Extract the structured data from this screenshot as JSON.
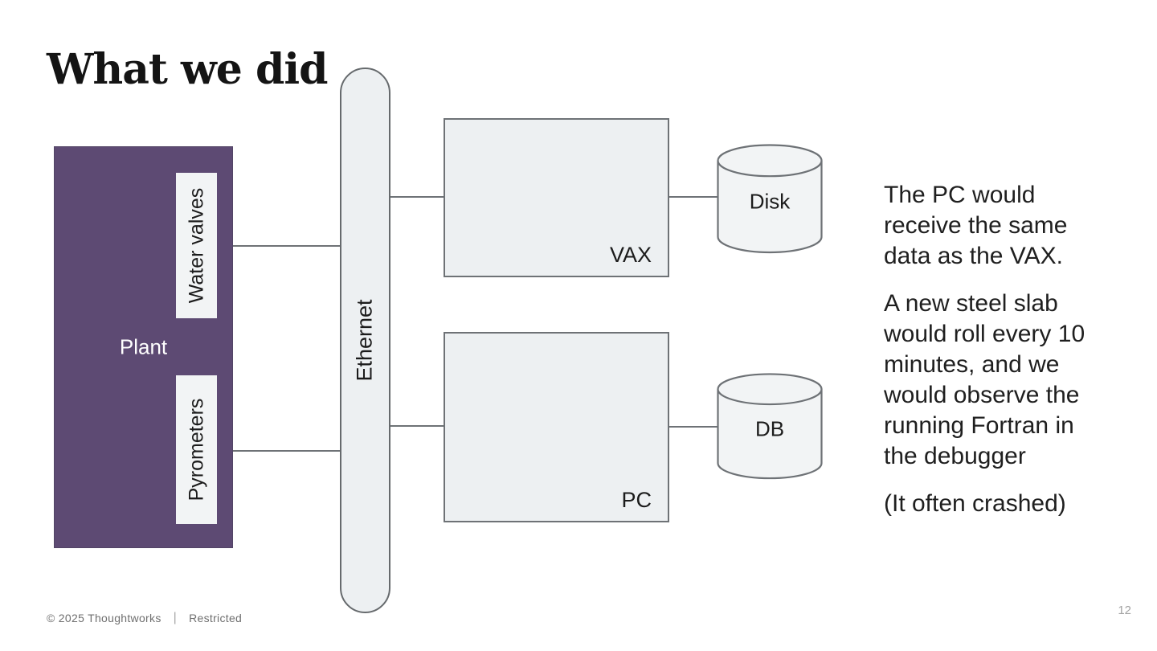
{
  "slide": {
    "title": "What we did",
    "page_number": "12"
  },
  "footer": {
    "copyright": "© 2025 Thoughtworks",
    "separator": "|",
    "classification": "Restricted"
  },
  "diagram": {
    "plant": {
      "label": "Plant",
      "sensors": [
        {
          "label": "Water valves"
        },
        {
          "label": "Pyrometers"
        }
      ]
    },
    "bus": {
      "label": "Ethernet"
    },
    "nodes": [
      {
        "label": "VAX"
      },
      {
        "label": "PC"
      }
    ],
    "stores": [
      {
        "label": "Disk"
      },
      {
        "label": "DB"
      }
    ]
  },
  "note": {
    "paragraphs": [
      "The PC would\nreceive the same\ndata as the VAX.",
      "A new steel slab\nwould roll every 10\nminutes, and we\nwould observe the\nrunning Fortran in\nthe debugger",
      "(It often crashed)"
    ]
  },
  "colors": {
    "plant_fill": "#5d4a73",
    "node_fill": "#edf0f2",
    "cylinder_fill": "#f2f4f5",
    "stroke": "#6e7276",
    "title_color": "#141414",
    "body_text": "#1f1f1f",
    "footer_text": "#6f6f6f"
  }
}
